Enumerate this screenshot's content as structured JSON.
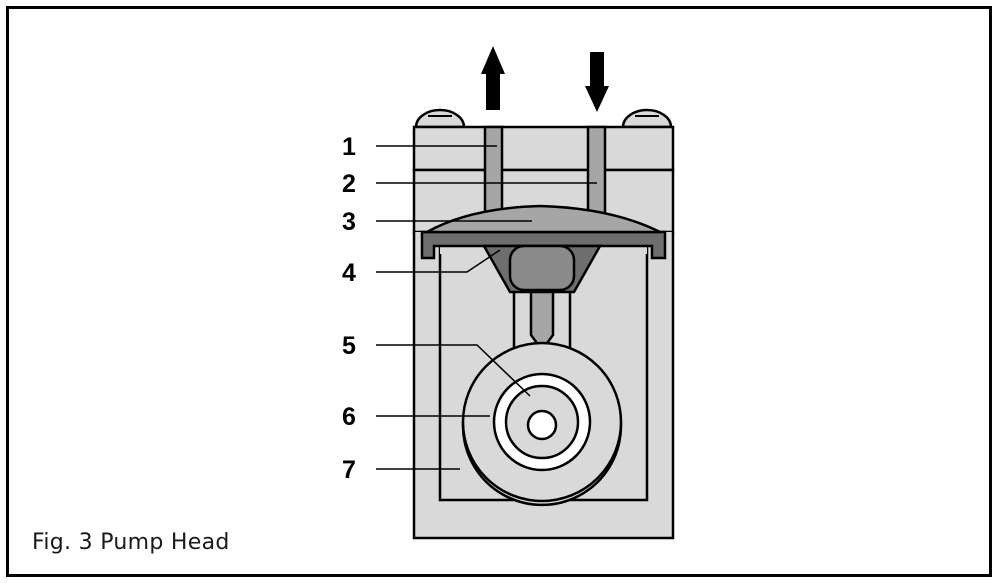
{
  "figure": {
    "caption": "Fig. 3 Pump Head"
  },
  "callouts": [
    {
      "number": "1"
    },
    {
      "number": "2"
    },
    {
      "number": "3"
    },
    {
      "number": "4"
    },
    {
      "number": "5"
    },
    {
      "number": "6"
    },
    {
      "number": "7"
    }
  ],
  "flow_arrows": [
    {
      "direction": "up",
      "icon": "arrow-up-icon"
    },
    {
      "direction": "down",
      "icon": "arrow-down-icon"
    }
  ],
  "colors": {
    "line": "#000000",
    "light_gray": "#d9d9d9",
    "mid_gray": "#a6a6a6",
    "dark_gray": "#6e6e6e",
    "white": "#ffffff"
  }
}
